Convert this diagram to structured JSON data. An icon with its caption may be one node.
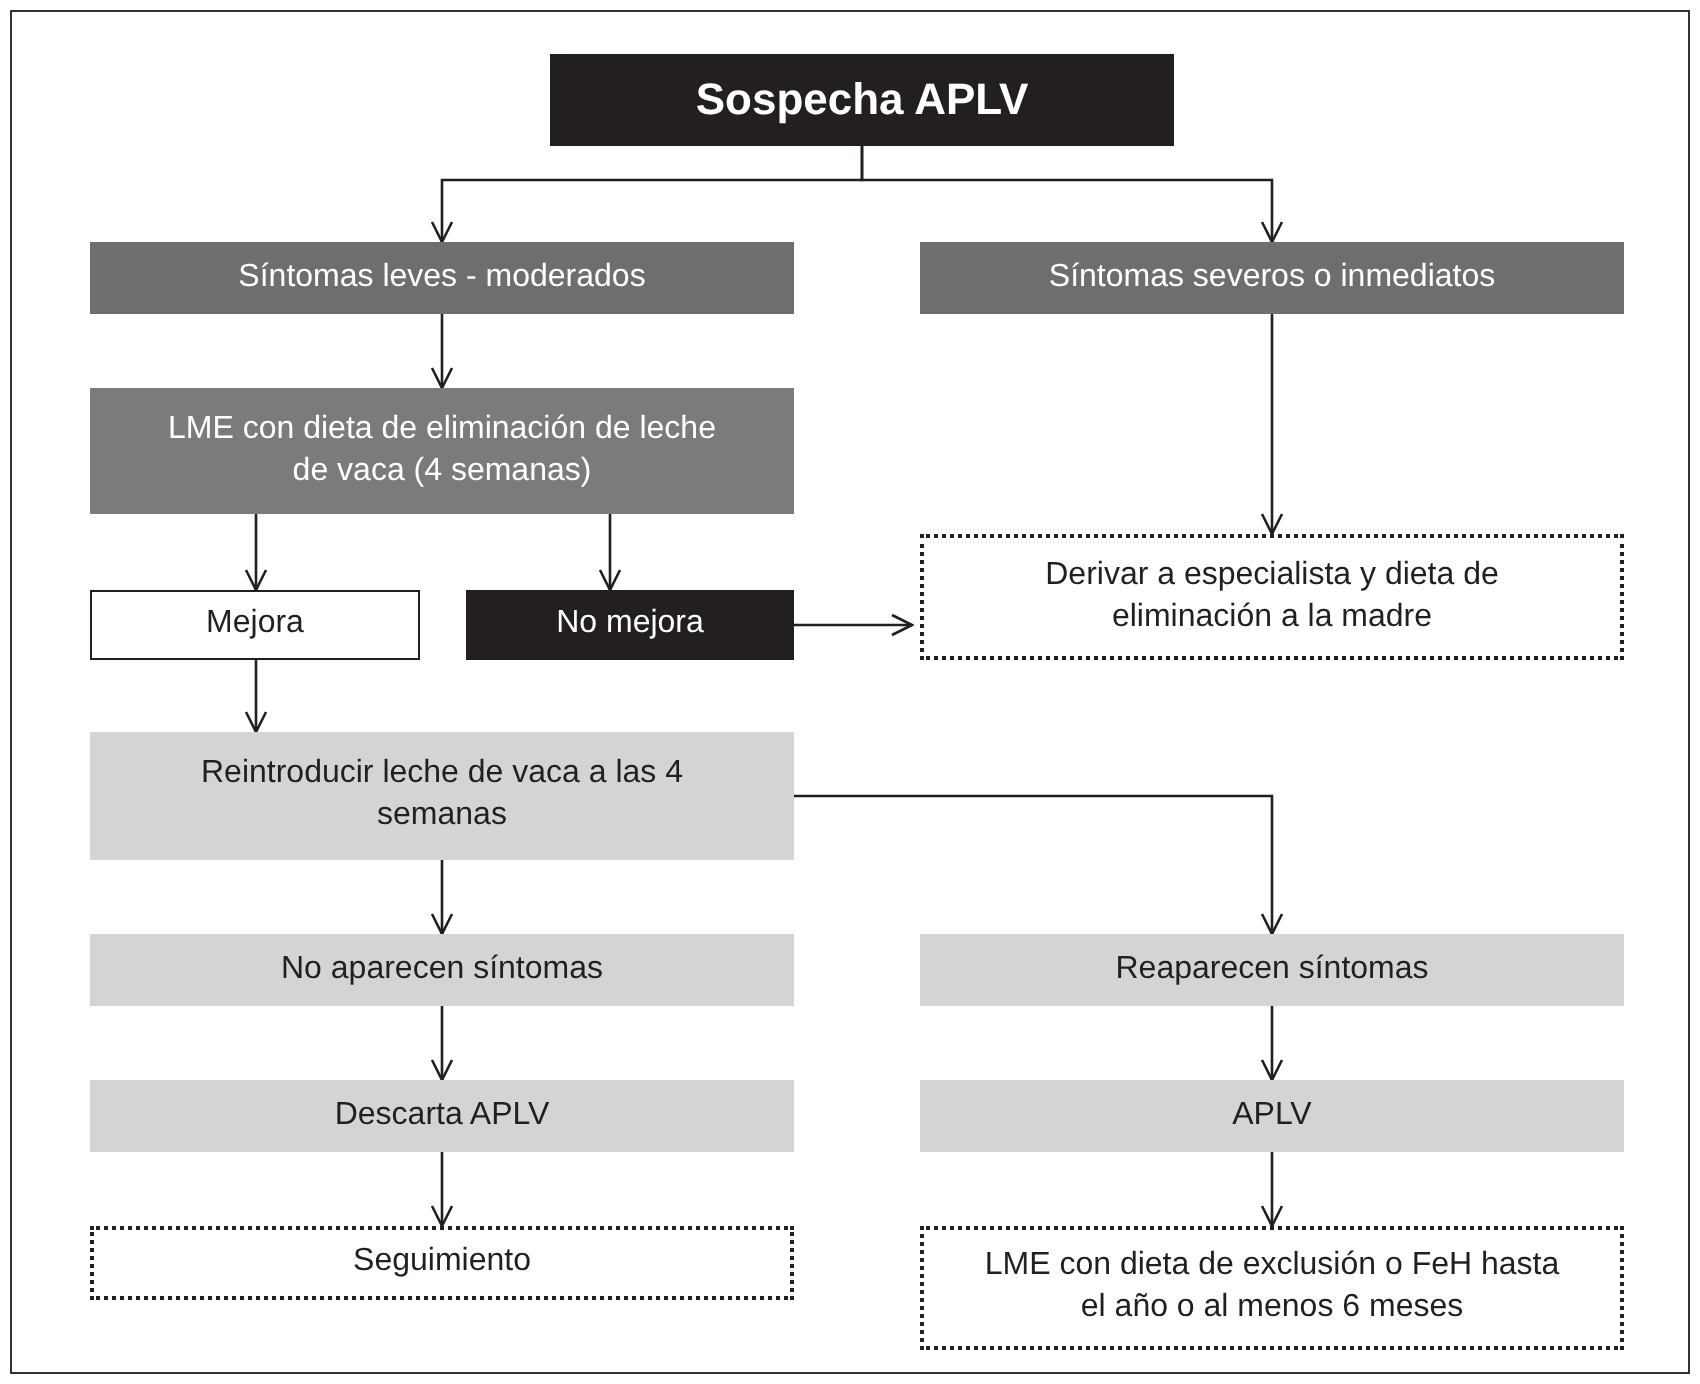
{
  "diagram": {
    "nodes": [
      {
        "text": [
          "Sospecha APLV"
        ]
      },
      {
        "text": [
          "Síntomas leves - moderados"
        ]
      },
      {
        "text": [
          "Síntomas severos o inmediatos"
        ]
      },
      {
        "text": [
          "LME con dieta de eliminación de leche de vaca (4 semanas)"
        ]
      },
      {
        "text": [
          "Mejora"
        ]
      },
      {
        "text": [
          "No mejora"
        ]
      },
      {
        "text": [
          "Derivar a especialista y dieta de eliminación a la madre"
        ]
      },
      {
        "text": [
          "Reintroducir leche de vaca a las 4 semanas"
        ]
      },
      {
        "text": [
          "No aparecen síntomas"
        ]
      },
      {
        "text": [
          "Reaparecen síntomas"
        ]
      },
      {
        "text": [
          "Descarta APLV"
        ]
      },
      {
        "text": [
          "APLV"
        ]
      },
      {
        "text": [
          "Seguimiento"
        ]
      },
      {
        "text": [
          "LME con dieta de exclusión o FeH hasta el año o al menos 6 meses"
        ]
      }
    ],
    "edges": [
      {
        "from": 0,
        "to": 1,
        "arrow": "to"
      },
      {
        "from": 0,
        "to": 2,
        "arrow": "to"
      },
      {
        "from": 1,
        "to": 3,
        "arrow": "to"
      },
      {
        "from": 3,
        "to": 4,
        "arrow": "to"
      },
      {
        "from": 3,
        "to": 5,
        "arrow": "to"
      },
      {
        "from": 2,
        "to": 6,
        "arrow": "to"
      },
      {
        "from": 5,
        "to": 6,
        "arrow": "to"
      },
      {
        "from": 4,
        "to": 7,
        "arrow": "to"
      },
      {
        "from": 7,
        "to": 8,
        "arrow": "to"
      },
      {
        "from": 7,
        "to": 9,
        "arrow": "to"
      },
      {
        "from": 8,
        "to": 10,
        "arrow": "to"
      },
      {
        "from": 10,
        "to": 12,
        "arrow": "to"
      },
      {
        "from": 9,
        "to": 11,
        "arrow": "to"
      },
      {
        "from": 11,
        "to": 13,
        "arrow": "to"
      }
    ]
  }
}
